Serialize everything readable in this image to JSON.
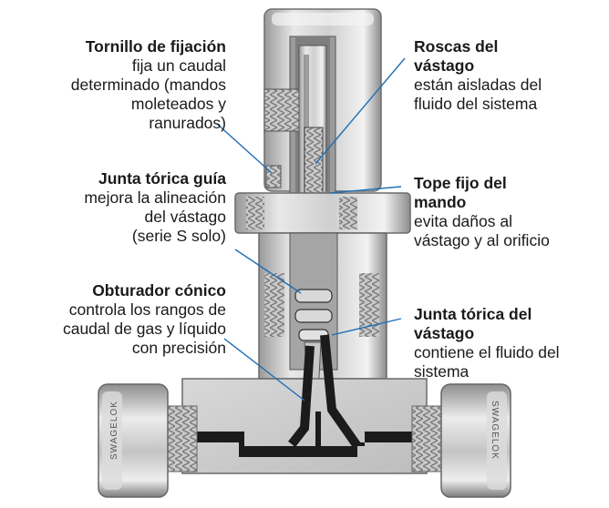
{
  "callouts": {
    "set_screw": {
      "title": "Tornillo de fijación",
      "desc_lines": [
        "fija un caudal",
        "determinado (mandos",
        "moleteados y",
        "ranurados)"
      ]
    },
    "guide_oring": {
      "title": "Junta tórica guía",
      "desc_lines": [
        "mejora la alineación",
        "del vástago",
        "(serie S solo)"
      ]
    },
    "tapered_plug": {
      "title": "Obturador cónico",
      "desc_lines": [
        "controla los rangos de",
        "caudal de gas y líquido",
        "con precisión"
      ]
    },
    "stem_threads": {
      "title_lines": [
        "Roscas del",
        "vástago"
      ],
      "desc_lines": [
        "están aisladas del",
        "fluido del sistema"
      ]
    },
    "handle_stop": {
      "title_lines": [
        "Tope fijo del",
        "mando"
      ],
      "desc_lines": [
        "evita daños al",
        "vástago y al orificio"
      ]
    },
    "stem_oring": {
      "title_lines": [
        "Junta tórica del",
        "vástago"
      ],
      "desc_lines": [
        "contiene el fluido del",
        "sistema"
      ]
    }
  },
  "nut_labels": {
    "left": "SWAGELOK",
    "right": "SWAGELOK"
  },
  "colors": {
    "leader_line": "#1f6fb5",
    "steel_light": "#e4e4e4",
    "steel_mid": "#b9b9b9",
    "steel_dark": "#7d7d7d",
    "flow_path": "#1b1b1b"
  }
}
